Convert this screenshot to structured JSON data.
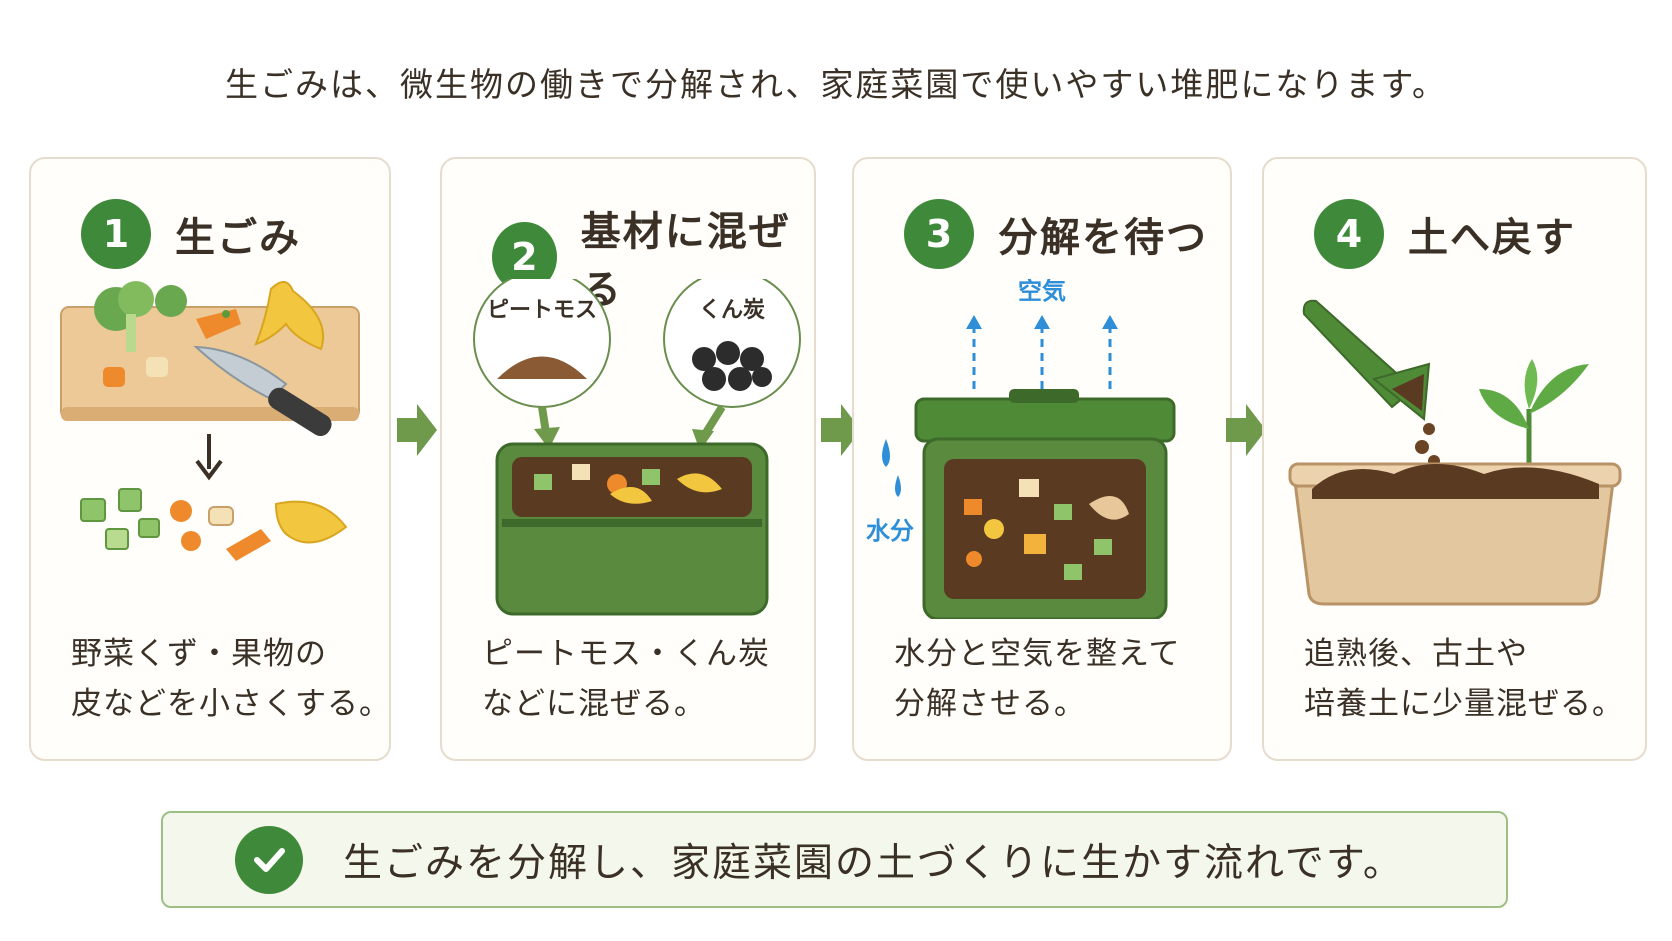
{
  "headline": "生ごみは、微生物の働きで分解され、家庭菜園で使いやすい堆肥になります。",
  "steps": [
    {
      "number": "1",
      "title": "生ごみ",
      "desc_line1": "野菜くず・果物の",
      "desc_line2": "皮などを小さくする。"
    },
    {
      "number": "2",
      "title": "基材に混ぜる",
      "desc_line1": "ピートモス・くん炭",
      "desc_line2": "などに混ぜる。",
      "label_a": "ピートモス",
      "label_b": "くん炭"
    },
    {
      "number": "3",
      "title": "分解を待つ",
      "desc_line1": "水分と空気を整えて",
      "desc_line2": "分解させる。",
      "label_air": "空気",
      "label_water": "水分"
    },
    {
      "number": "4",
      "title": "土へ戻す",
      "desc_line1": "追熟後、古土や",
      "desc_line2": "培養土に少量混ぜる。"
    }
  ],
  "summary": "生ごみを分解し、家庭菜園の土づくりに生かす流れです。",
  "colors": {
    "accent_green": "#3f8a3a",
    "arrow_green": "#6f9a4c",
    "card_border": "#e6dccd",
    "water_blue": "#2e8ed8"
  }
}
